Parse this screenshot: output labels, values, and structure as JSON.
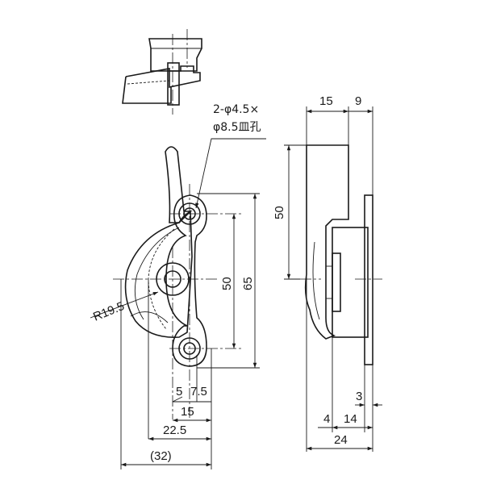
{
  "hole_note": {
    "line1": "2-φ4.5×",
    "line2": "φ8.5皿孔"
  },
  "front_view": {
    "dim_hole_pitch": "50",
    "dim_overall_height": "65",
    "dim_radius": "R19.5",
    "dim_5": "5",
    "dim_7_5": "7.5",
    "dim_15": "15",
    "dim_22_5": "22.5",
    "dim_32": "(32)"
  },
  "side_view": {
    "dim_15": "15",
    "dim_9": "9",
    "dim_50": "50",
    "dim_3": "3",
    "dim_4": "4",
    "dim_14": "14",
    "dim_24": "24"
  },
  "colors": {
    "ink": "#1a1a1a",
    "metal_fill": "#f4f4f4",
    "metal_shade": "#dcdcdc"
  }
}
